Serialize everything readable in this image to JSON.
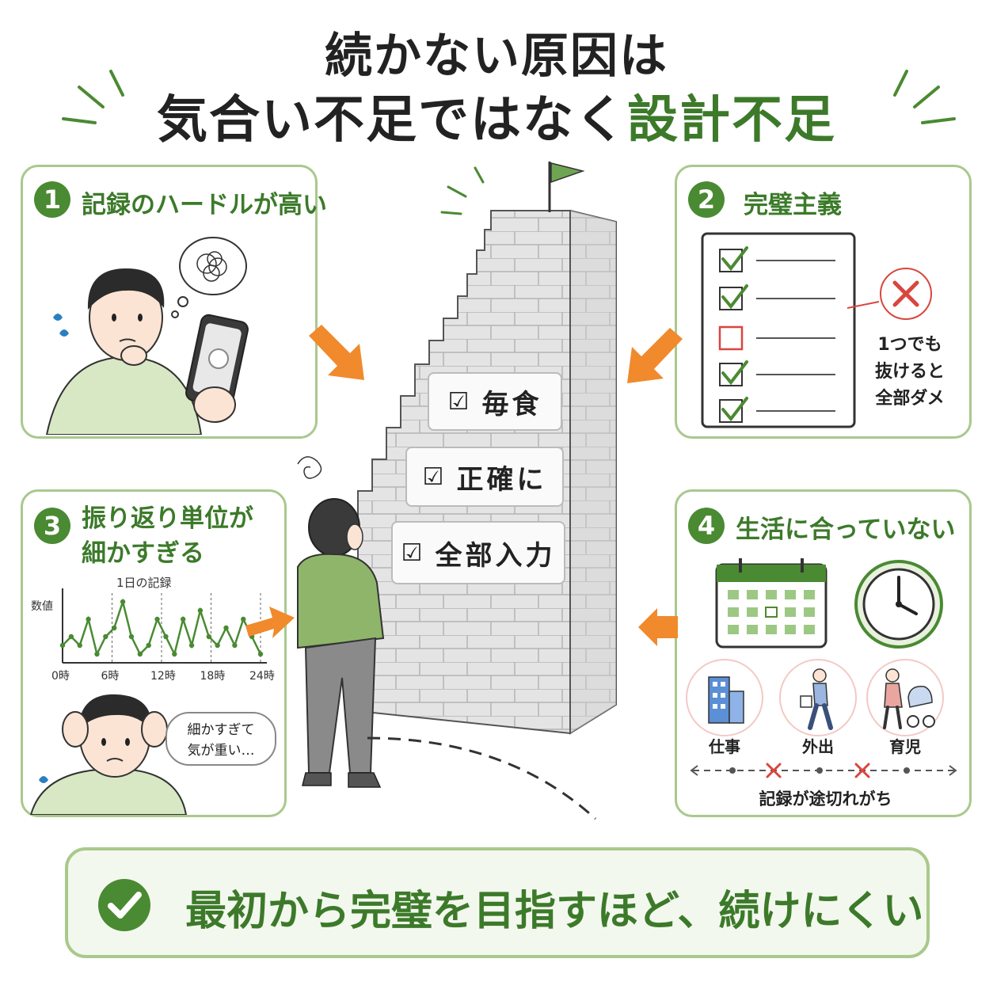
{
  "title": {
    "line1": "続かない原因は",
    "line2_prefix": "気合い不足ではなく",
    "line2_highlight": "設計不足"
  },
  "panel1": {
    "number": "1",
    "title": "記録のハードルが高い"
  },
  "panel2": {
    "number": "2",
    "title": "完璧主義",
    "note_lines": [
      "1つでも",
      "抜けると",
      "全部ダメ"
    ]
  },
  "panel3": {
    "number": "3",
    "title_lines": [
      "振り返り単位が",
      "細かすぎる"
    ],
    "bubble_lines": [
      "細かすぎて",
      "気が重い…"
    ],
    "chart_data": {
      "type": "line",
      "title": "1日の記録",
      "ylabel": "数値",
      "xlabel": "",
      "tick_labels": [
        "0時",
        "6時",
        "12時",
        "18時",
        "24時"
      ],
      "x": [
        0,
        1,
        2,
        3,
        4,
        5,
        6,
        7,
        8,
        9,
        10,
        11,
        12,
        13,
        14,
        15,
        16,
        17,
        18,
        19,
        20,
        21,
        22,
        23
      ],
      "values": [
        2,
        3,
        2,
        5,
        1,
        3,
        4,
        7,
        3,
        1,
        2,
        5,
        3,
        1,
        5,
        2,
        6,
        3,
        2,
        4,
        2,
        5,
        3,
        1
      ],
      "ylim": [
        0,
        8
      ],
      "grid": "vertical dashed",
      "color": "#4a8a32"
    }
  },
  "panel4": {
    "number": "4",
    "title": "生活に合っていない",
    "activities": [
      "仕事",
      "外出",
      "育児"
    ],
    "caption": "記録が途切れがち"
  },
  "signs": [
    "毎食",
    "正確に",
    "全部入力"
  ],
  "sign_check": "☑",
  "bottom": {
    "message": "最初から完璧を目指すほど、続けにくい"
  },
  "colors": {
    "accent": "#3c7a2a",
    "panel_border": "#a9c98c",
    "arrow": "#f08a2c",
    "error": "#d9463e"
  },
  "icons": [
    "check-circle-icon",
    "flag-icon",
    "calendar-icon",
    "clock-icon",
    "building-icon",
    "walking-person-icon",
    "stroller-icon",
    "smartphone-icon"
  ]
}
